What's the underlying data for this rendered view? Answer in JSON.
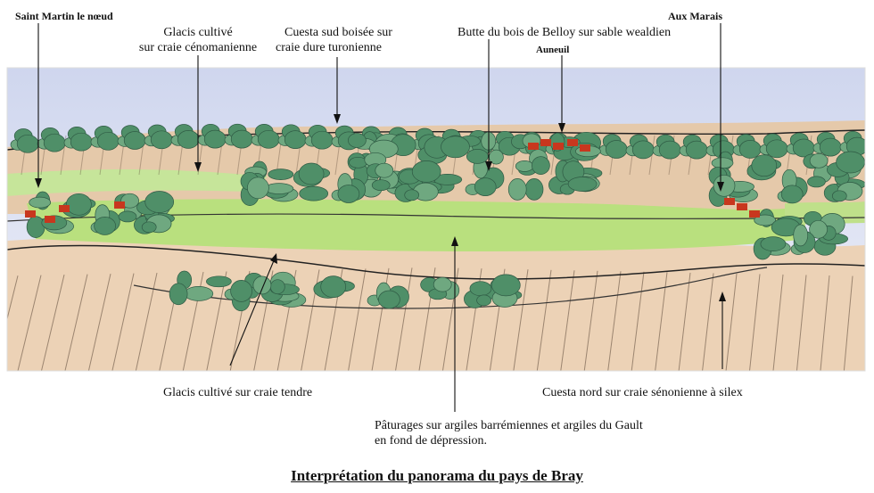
{
  "labels": {
    "saint_martin": "Saint Martin le nœud",
    "glacis_cenomanien_1": "Glacis cultivé",
    "glacis_cenomanien_2": "sur craie cénomanienne",
    "cuesta_sud_1": "Cuesta sud boisée sur",
    "cuesta_sud_2": "craie dure turonienne",
    "butte": "Butte du bois de Belloy sur sable wealdien",
    "auneuil": "Auneuil",
    "aux_marais": "Aux Marais",
    "glacis_tendre": "Glacis cultivé sur craie tendre",
    "cuesta_nord": "Cuesta nord sur craie sénonienne à silex",
    "paturages_1": "Pâturages sur argiles barrémiennes  et argiles  du Gault",
    "paturages_2": "en fond de dépression."
  },
  "title": "Interprétation du panorama du pays de Bray",
  "colors": {
    "sky": "#dde2f2",
    "fields": "#e8cdb0",
    "field_lines": "#5a4636",
    "pasture": "#b9e07e",
    "woods": "#4f8f68",
    "woods_light": "#6fa880",
    "roofs": "#c8371e"
  }
}
